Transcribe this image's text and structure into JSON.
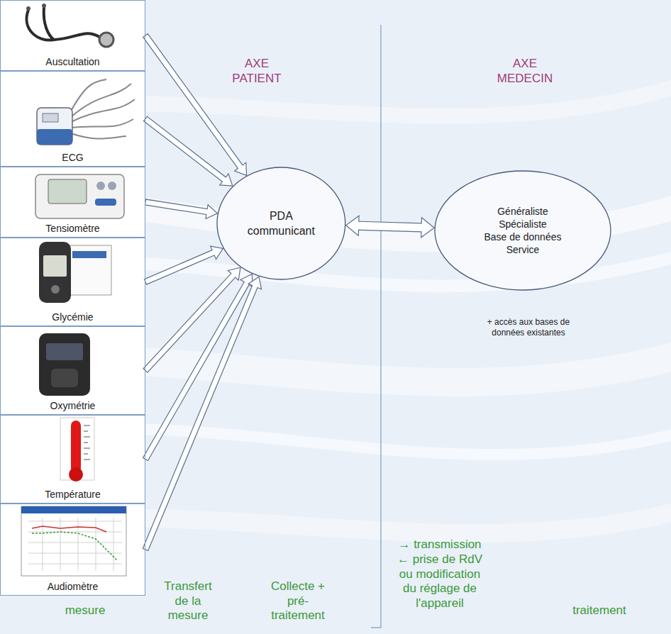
{
  "diagram": {
    "nodes": [
      {
        "text": [
          "Auscultation"
        ]
      },
      {
        "text": [
          "ECG"
        ]
      },
      {
        "text": [
          "Tensiomètre"
        ]
      },
      {
        "text": [
          "Glycémie"
        ]
      },
      {
        "text": [
          "Oxymétrie"
        ]
      },
      {
        "text": [
          "Température"
        ]
      },
      {
        "text": [
          "Audiomètre"
        ]
      },
      {
        "text": [
          "PDA communicant"
        ]
      },
      {
        "text": [
          "Généraliste",
          "Spécialiste",
          "Base de données",
          "Service"
        ]
      }
    ],
    "edges": [
      {
        "from": 0,
        "to": 7,
        "arrow": "to"
      },
      {
        "from": 1,
        "to": 7,
        "arrow": "to"
      },
      {
        "from": 2,
        "to": 7,
        "arrow": "to"
      },
      {
        "from": 3,
        "to": 7,
        "arrow": "to"
      },
      {
        "from": 4,
        "to": 7,
        "arrow": "to"
      },
      {
        "from": 5,
        "to": 7,
        "arrow": "to"
      },
      {
        "from": 6,
        "to": 7,
        "arrow": "to"
      },
      {
        "from": 7,
        "to": 8,
        "arrow": "both"
      }
    ],
    "labels": [
      "AXE PATIENT",
      "AXE MEDECIN",
      "+ accès aux bases de données existantes",
      "mesure",
      "Transfert de la mesure",
      "Collecte + pré-traitement",
      "→ transmission",
      "← prise de RdV ou modification du réglage de l'appareil",
      "traitement"
    ]
  }
}
